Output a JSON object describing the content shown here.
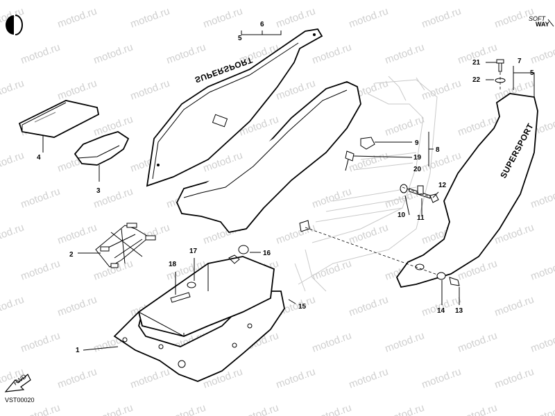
{
  "header": {
    "logo_top": "SOFT",
    "logo_bottom": "WAY"
  },
  "footer": {
    "diagram_code": "VST00020",
    "fwd_label": "FWD"
  },
  "watermark": "motod.ru",
  "brand_text": "SUPERSPORT",
  "callouts": {
    "c1": "1",
    "c2": "2",
    "c3": "3",
    "c4": "4",
    "c5a": "5",
    "c5b": "5",
    "c6": "6",
    "c7": "7",
    "c8": "8",
    "c9": "9",
    "c10": "10",
    "c11": "11",
    "c12": "12",
    "c13": "13",
    "c14": "14",
    "c15": "15",
    "c16": "16",
    "c17": "17",
    "c18": "18",
    "c19": "19",
    "c20": "20",
    "c21": "21",
    "c22": "22"
  },
  "icons": {
    "corner": "half-circle-icon",
    "forward": "fwd-arrow-icon"
  }
}
